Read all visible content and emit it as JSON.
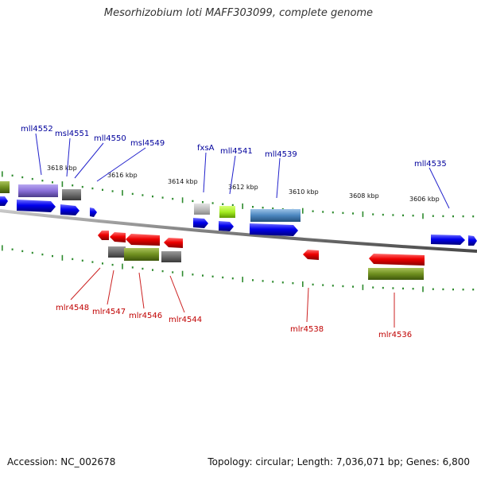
{
  "title": "Mesorhizobium loti MAFF303099, complete genome",
  "footer": {
    "accession": "Accession: NC_002678",
    "topology": "Topology: circular; Length: 7,036,071 bp; Genes: 6,800"
  },
  "colors": {
    "backbone": "#8a8a8a",
    "ticks": "#2e8b2e",
    "forward_label": "#00009c",
    "reverse_label": "#c00000",
    "forward_gene": "#0000ee",
    "reverse_gene": "#ee0000"
  },
  "scale": {
    "upper": [
      {
        "label": "3618 kbp"
      },
      {
        "label": "3616 kbp"
      },
      {
        "label": "3614 kbp"
      },
      {
        "label": "3612 kbp"
      },
      {
        "label": "3610 kbp"
      },
      {
        "label": "3608 kbp"
      },
      {
        "label": "3606 kbp"
      }
    ]
  },
  "forward_labels": [
    {
      "text": "mll4552"
    },
    {
      "text": "msl4551"
    },
    {
      "text": "mll4550"
    },
    {
      "text": "msl4549"
    },
    {
      "text": "fxsA"
    },
    {
      "text": "mll4541"
    },
    {
      "text": "mll4539"
    },
    {
      "text": "mll4535"
    }
  ],
  "reverse_labels": [
    {
      "text": "mlr4548"
    },
    {
      "text": "mlr4547"
    },
    {
      "text": "mlr4546"
    },
    {
      "text": "mlr4544"
    },
    {
      "text": "mlr4538"
    },
    {
      "text": "mlr4536"
    }
  ]
}
